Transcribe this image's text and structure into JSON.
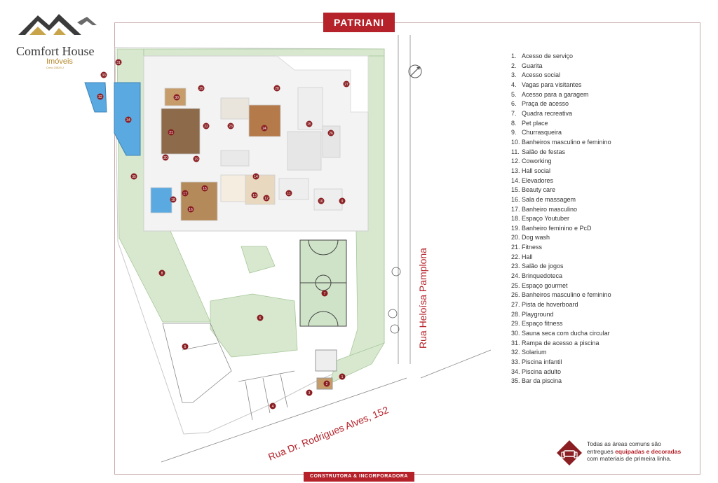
{
  "logo": {
    "name": "Comfort House",
    "sub": "Imóveis",
    "tiny": "Creci 23529-J"
  },
  "brand": "PATRIANI",
  "footer": "CONSTRUTORA & INCORPORADORA",
  "streets": {
    "bottom": "Rua Dr. Rodrigues Alves, 152",
    "right": "Rua Heloísa Pamplona"
  },
  "legend": [
    {
      "num": "1.",
      "label": "Acesso de serviço"
    },
    {
      "num": "2.",
      "label": "Guarita"
    },
    {
      "num": "3.",
      "label": "Acesso social"
    },
    {
      "num": "4.",
      "label": "Vagas para visitantes"
    },
    {
      "num": "5.",
      "label": "Acesso para a garagem"
    },
    {
      "num": "6.",
      "label": "Praça de acesso"
    },
    {
      "num": "7.",
      "label": "Quadra recreativa"
    },
    {
      "num": "8.",
      "label": "Pet place"
    },
    {
      "num": "9.",
      "label": "Churrasqueira"
    },
    {
      "num": "10.",
      "label": "Banheiros masculino e feminino"
    },
    {
      "num": "11.",
      "label": "Salão de festas"
    },
    {
      "num": "12.",
      "label": "Coworking"
    },
    {
      "num": "13.",
      "label": "Hall social"
    },
    {
      "num": "14.",
      "label": "Elevadores"
    },
    {
      "num": "15.",
      "label": "Beauty care"
    },
    {
      "num": "16.",
      "label": "Sala de massagem"
    },
    {
      "num": "17.",
      "label": "Banheiro masculino"
    },
    {
      "num": "18.",
      "label": "Espaço Youtuber"
    },
    {
      "num": "19.",
      "label": "Banheiro feminino e PcD"
    },
    {
      "num": "20.",
      "label": "Dog wash"
    },
    {
      "num": "21.",
      "label": "Fitness"
    },
    {
      "num": "22.",
      "label": "Hall"
    },
    {
      "num": "23.",
      "label": "Salão de jogos"
    },
    {
      "num": "24.",
      "label": "Brinquedoteca"
    },
    {
      "num": "25.",
      "label": "Espaço gourmet"
    },
    {
      "num": "26.",
      "label": "Banheiros masculino e feminino"
    },
    {
      "num": "27.",
      "label": "Pista de hoverboard"
    },
    {
      "num": "28.",
      "label": "Playground"
    },
    {
      "num": "29.",
      "label": "Espaço fitness"
    },
    {
      "num": "30.",
      "label": "Sauna seca com ducha circular"
    },
    {
      "num": "31.",
      "label": "Rampa de acesso a piscina"
    },
    {
      "num": "32.",
      "label": "Solarium"
    },
    {
      "num": "33.",
      "label": "Piscina infantil"
    },
    {
      "num": "34.",
      "label": "Piscina adulto"
    },
    {
      "num": "35.",
      "label": "Bar da piscina"
    }
  ],
  "note": {
    "line1": "Todas as áreas comuns são",
    "line2a": "entregues",
    "line2b": "equipadas e decoradas",
    "line3": "com materiais de primeira linha."
  },
  "markers": [
    "1",
    "2",
    "3",
    "4",
    "5",
    "6",
    "7",
    "8",
    "9",
    "10",
    "11",
    "12",
    "13",
    "14",
    "15",
    "16",
    "17",
    "18",
    "19",
    "20",
    "21",
    "22",
    "23",
    "24",
    "25",
    "26",
    "27",
    "28",
    "29",
    "30",
    "31",
    "32",
    "33",
    "34",
    "35"
  ],
  "colors": {
    "brand": "#b5222a",
    "green": "#d7e8cf",
    "greenEdge": "#a8c79a",
    "pool": "#5aa9e0",
    "wood": "#8c6a4a"
  }
}
